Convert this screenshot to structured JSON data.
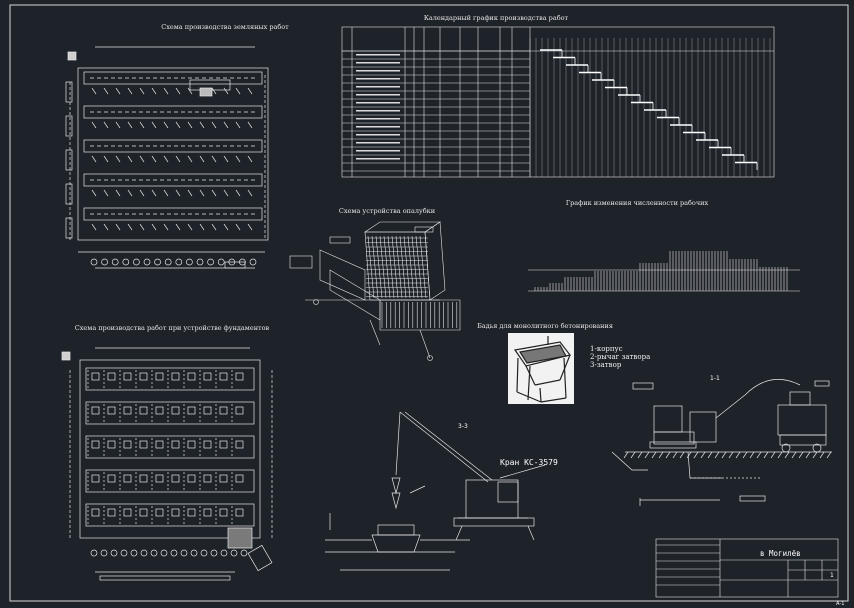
{
  "drawing": {
    "titles": {
      "earthworks": "Схема производства земляных работ",
      "foundations": "Схема производства работ при устройстве фундаментов",
      "calendar": "Календарный график производства работ",
      "formwork": "Схема устройства опалубки",
      "workers_chart": "График изменения численности рабочих",
      "bucket": "Бадья для монолитного бетонирования"
    },
    "bucket_legend": [
      "1-корпус",
      "2-рычаг затвора",
      "3-затвор"
    ],
    "crane_label": "Кран КС-3579",
    "section_labels": {
      "left": "3-3",
      "right": "1-1"
    },
    "stamp_title": "в Могилёв",
    "sheet_number": "1",
    "corner_mark": "А-1",
    "colors": {
      "background": "#1e2229",
      "lines": "#ffffff",
      "frame": "#dcdcdc"
    }
  }
}
